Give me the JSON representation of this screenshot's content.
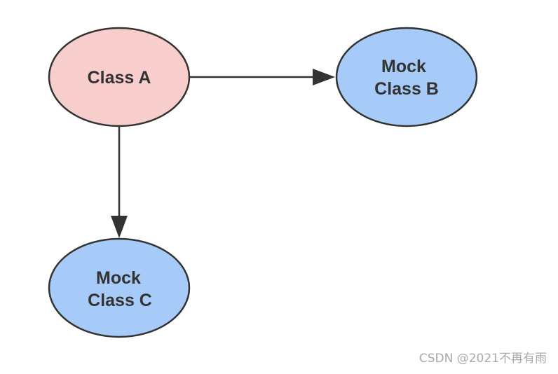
{
  "nodes": {
    "class_a": {
      "label": "Class A",
      "fill": "#f8cecc"
    },
    "mock_b": {
      "line1": "Mock",
      "line2": "Class B",
      "fill": "#a7cbf8"
    },
    "mock_c": {
      "line1": "Mock",
      "line2": "Class C",
      "fill": "#a7cbf8"
    }
  },
  "edges": [
    {
      "from": "Class A",
      "to": "Mock Class B"
    },
    {
      "from": "Class A",
      "to": "Mock Class C"
    }
  ],
  "colors": {
    "stroke": "#333333",
    "edge": "#333333",
    "label": "#333333",
    "watermark": "#a9a9a9",
    "background": "#ffffff"
  },
  "watermark": "CSDN @2021不再有雨"
}
